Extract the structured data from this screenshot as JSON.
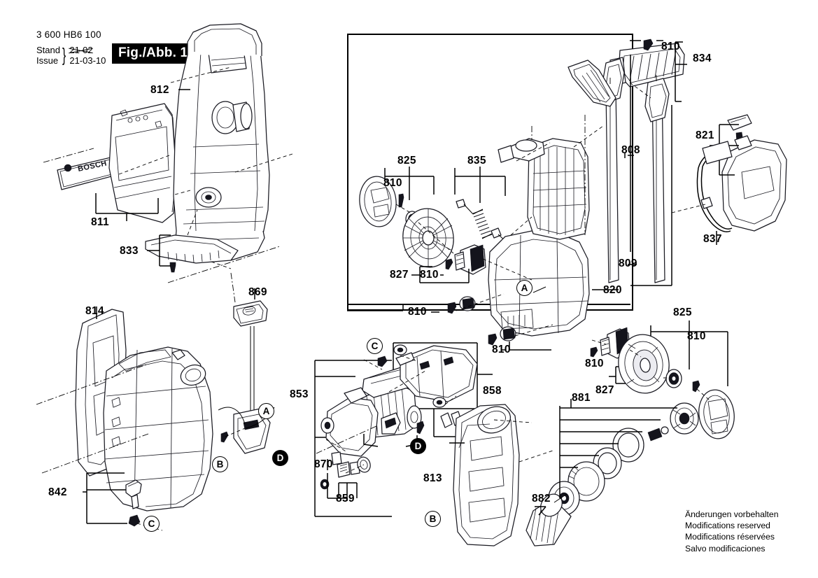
{
  "document": {
    "number": "3 600 HB6 100",
    "stand_label": "Stand",
    "issue_label": "Issue",
    "date_superseded": "21-02",
    "date_current": "21-03-10",
    "figure_badge": "Fig./Abb. 1"
  },
  "legal_notice": [
    "Änderungen vorbehalten",
    "Modifications reserved",
    "Modifications réservées",
    "Salvo modificaciones"
  ],
  "part_numbers": {
    "p812": "812",
    "p811": "811",
    "p833": "833",
    "p814": "814",
    "p842": "842",
    "p869": "869",
    "p853": "853",
    "p858": "858",
    "p870": "870",
    "p859": "859",
    "p813": "813",
    "p825_left": "825",
    "p835": "835",
    "p810_825left": "810",
    "p810_827left": "810",
    "p827_left": "827",
    "p810_lower": "810",
    "p810_base": "810",
    "p810_top": "810",
    "p834": "834",
    "p808": "808",
    "p809": "809",
    "p820": "820",
    "p821": "821",
    "p837": "837",
    "p825_right": "825",
    "p810_825right": "810",
    "p810_827right": "810",
    "p827_right": "827",
    "p881": "881",
    "p882": "882"
  },
  "callouts": {
    "a_top": "A",
    "a_left": "A",
    "b_tank": "B",
    "b_cover": "B",
    "c_fitting": "C",
    "c_pump": "C",
    "d_cable": "D",
    "d_motor": "D"
  },
  "brand": {
    "logo_text": "BOSCH"
  }
}
